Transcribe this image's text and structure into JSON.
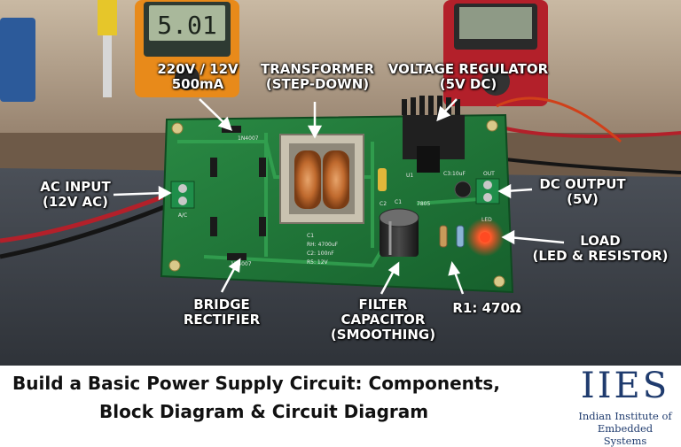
{
  "labels": {
    "voltage_rating": [
      "220V / 12V",
      "500mA"
    ],
    "transformer": [
      "TRANSFORMER",
      "(STEP-DOWN)"
    ],
    "voltage_regulator": [
      "VOLTAGE REGULATOR",
      "(5V DC)"
    ],
    "ac_input": [
      "AC INPUT",
      "(12V AC)"
    ],
    "dc_output": [
      "DC OUTPUT",
      "(5V)"
    ],
    "load": [
      "LOAD",
      "(LED & RESISTOR)"
    ],
    "bridge_rectifier": [
      "BRIDGE",
      "RECTIFIER"
    ],
    "filter_capacitor": [
      "FILTER",
      "CAPACITOR",
      "(SMOOTHING)"
    ],
    "resistor": [
      "R1: 470Ω"
    ]
  },
  "pcb_text": {
    "diode_top": "1N4007",
    "diode_bottom": "1N4007",
    "ac_pin": "A/C",
    "capacitor": "C3:10uF",
    "regulator": "7805",
    "out": "OUT",
    "led": "LED",
    "c1": "C1",
    "c2": "C2",
    "u1": "U1",
    "values": [
      "C1",
      "RH: 4700uF",
      "C2: 100nF",
      "R5: 12V"
    ]
  },
  "meter_reading": "5.01",
  "title": [
    "Build a Basic Power Supply Circuit: Components,",
    "Block Diagram & Circuit Diagram"
  ],
  "brand": {
    "mark": "IIES",
    "name": [
      "Indian Institute of",
      "Embedded Systems"
    ]
  },
  "colors": {
    "pcb": "#1f7a3a",
    "brand": "#1f3b6e",
    "led": "#ff3b1a"
  }
}
